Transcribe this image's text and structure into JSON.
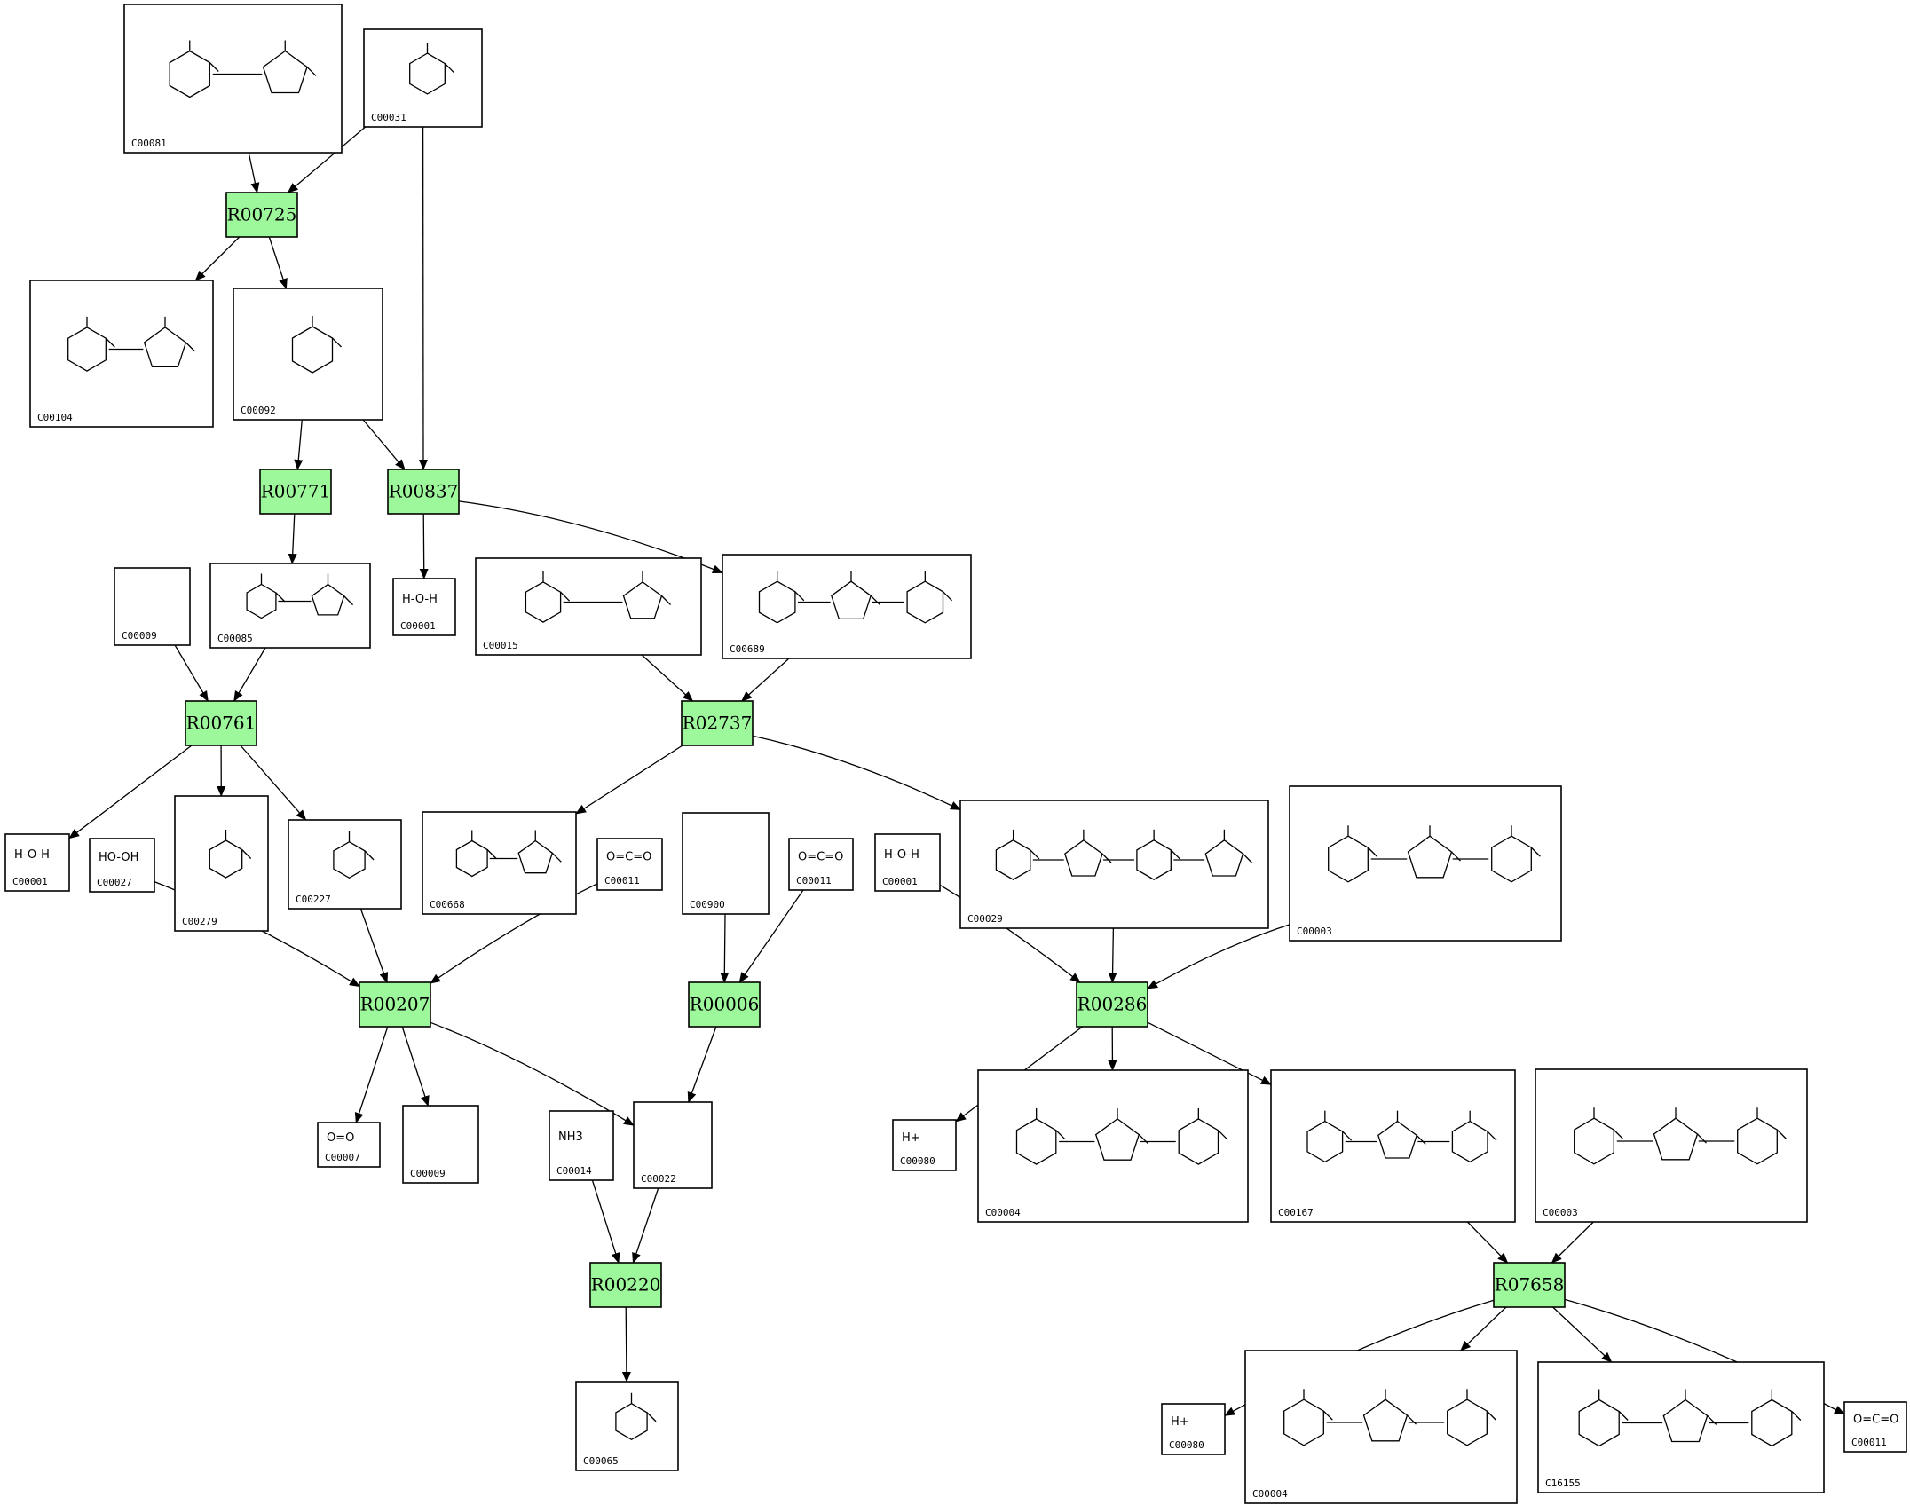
{
  "reactions": [
    {
      "id": "R00725",
      "label": "R00725"
    },
    {
      "id": "R00771",
      "label": "R00771"
    },
    {
      "id": "R00837",
      "label": "R00837"
    },
    {
      "id": "R00761",
      "label": "R00761"
    },
    {
      "id": "R02737",
      "label": "R02737"
    },
    {
      "id": "R00207",
      "label": "R00207"
    },
    {
      "id": "R00006",
      "label": "R00006"
    },
    {
      "id": "R00286",
      "label": "R00286"
    },
    {
      "id": "R00220",
      "label": "R00220"
    },
    {
      "id": "R07658",
      "label": "R07658"
    }
  ],
  "compounds": [
    {
      "id": "n81",
      "label": "C00081",
      "formula": ""
    },
    {
      "id": "n31",
      "label": "C00031",
      "formula": ""
    },
    {
      "id": "n104",
      "label": "C00104",
      "formula": ""
    },
    {
      "id": "n92",
      "label": "C00092",
      "formula": ""
    },
    {
      "id": "n9a",
      "label": "C00009",
      "formula": ""
    },
    {
      "id": "n85",
      "label": "C00085",
      "formula": ""
    },
    {
      "id": "n1a",
      "label": "C00001",
      "formula": "H-O-H"
    },
    {
      "id": "n15",
      "label": "C00015",
      "formula": ""
    },
    {
      "id": "n689",
      "label": "C00689",
      "formula": ""
    },
    {
      "id": "n1b",
      "label": "C00001",
      "formula": "H-O-H"
    },
    {
      "id": "n27",
      "label": "C00027",
      "formula": "HO-OH"
    },
    {
      "id": "n279",
      "label": "C00279",
      "formula": ""
    },
    {
      "id": "n227",
      "label": "C00227",
      "formula": ""
    },
    {
      "id": "n668",
      "label": "C00668",
      "formula": ""
    },
    {
      "id": "n11a",
      "label": "C00011",
      "formula": "O=C=O"
    },
    {
      "id": "n900",
      "label": "C00900",
      "formula": ""
    },
    {
      "id": "n11b",
      "label": "C00011",
      "formula": "O=C=O"
    },
    {
      "id": "n1c",
      "label": "C00001",
      "formula": "H-O-H"
    },
    {
      "id": "n29",
      "label": "C00029",
      "formula": ""
    },
    {
      "id": "n3a",
      "label": "C00003",
      "formula": ""
    },
    {
      "id": "n7",
      "label": "C00007",
      "formula": "O=O"
    },
    {
      "id": "n9b",
      "label": "C00009",
      "formula": ""
    },
    {
      "id": "n14",
      "label": "C00014",
      "formula": "NH3"
    },
    {
      "id": "n22",
      "label": "C00022",
      "formula": ""
    },
    {
      "id": "n80a",
      "label": "C00080",
      "formula": "H+"
    },
    {
      "id": "n4a",
      "label": "C00004",
      "formula": ""
    },
    {
      "id": "n167",
      "label": "C00167",
      "formula": ""
    },
    {
      "id": "n3b",
      "label": "C00003",
      "formula": ""
    },
    {
      "id": "n65",
      "label": "C00065",
      "formula": ""
    },
    {
      "id": "n80b",
      "label": "C00080",
      "formula": "H+"
    },
    {
      "id": "n4b",
      "label": "C00004",
      "formula": ""
    },
    {
      "id": "n16155",
      "label": "C16155",
      "formula": ""
    },
    {
      "id": "n11c",
      "label": "C00011",
      "formula": "O=C=O"
    }
  ],
  "edges": [
    [
      "n81",
      "R00725"
    ],
    [
      "n31",
      "R00725"
    ],
    [
      "R00725",
      "n104"
    ],
    [
      "R00725",
      "n92"
    ],
    [
      "n92",
      "R00771"
    ],
    [
      "n92",
      "R00837"
    ],
    [
      "n31",
      "R00837"
    ],
    [
      "R00771",
      "n85"
    ],
    [
      "R00837",
      "n1a"
    ],
    [
      "R00837",
      "n689"
    ],
    [
      "n9a",
      "R00761"
    ],
    [
      "n85",
      "R00761"
    ],
    [
      "R00761",
      "n1b"
    ],
    [
      "R00761",
      "n279"
    ],
    [
      "R00761",
      "n227"
    ],
    [
      "n15",
      "R02737"
    ],
    [
      "n689",
      "R02737"
    ],
    [
      "R02737",
      "n668"
    ],
    [
      "R02737",
      "n29"
    ],
    [
      "n27",
      "R00207"
    ],
    [
      "n227",
      "R00207"
    ],
    [
      "n11a",
      "R00207"
    ],
    [
      "R00207",
      "n7"
    ],
    [
      "R00207",
      "n9b"
    ],
    [
      "R00207",
      "n22"
    ],
    [
      "n900",
      "R00006"
    ],
    [
      "n11b",
      "R00006"
    ],
    [
      "R00006",
      "n22"
    ],
    [
      "n1c",
      "R00286"
    ],
    [
      "n29",
      "R00286"
    ],
    [
      "n3a",
      "R00286"
    ],
    [
      "R00286",
      "n80a"
    ],
    [
      "R00286",
      "n4a"
    ],
    [
      "R00286",
      "n167"
    ],
    [
      "n14",
      "R00220"
    ],
    [
      "n22",
      "R00220"
    ],
    [
      "R00220",
      "n65"
    ],
    [
      "n167",
      "R07658"
    ],
    [
      "n3b",
      "R07658"
    ],
    [
      "R07658",
      "n80b"
    ],
    [
      "R07658",
      "n4b"
    ],
    [
      "R07658",
      "n16155"
    ],
    [
      "R07658",
      "n11c"
    ]
  ]
}
